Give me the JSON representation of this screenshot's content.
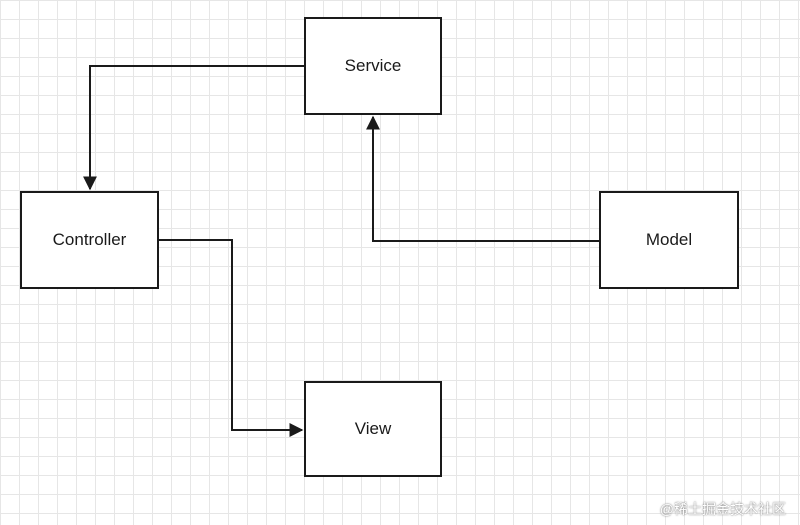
{
  "diagram": {
    "nodes": {
      "service": "Service",
      "controller": "Controller",
      "model": "Model",
      "view": "View"
    },
    "edges": [
      {
        "from": "service",
        "to": "controller"
      },
      {
        "from": "model",
        "to": "service"
      },
      {
        "from": "controller",
        "to": "view"
      }
    ]
  },
  "watermark": "@稀土掘金技术社区",
  "colors": {
    "line": "#1a1a1a",
    "grid": "#e6e6e6",
    "background": "#ffffff"
  }
}
